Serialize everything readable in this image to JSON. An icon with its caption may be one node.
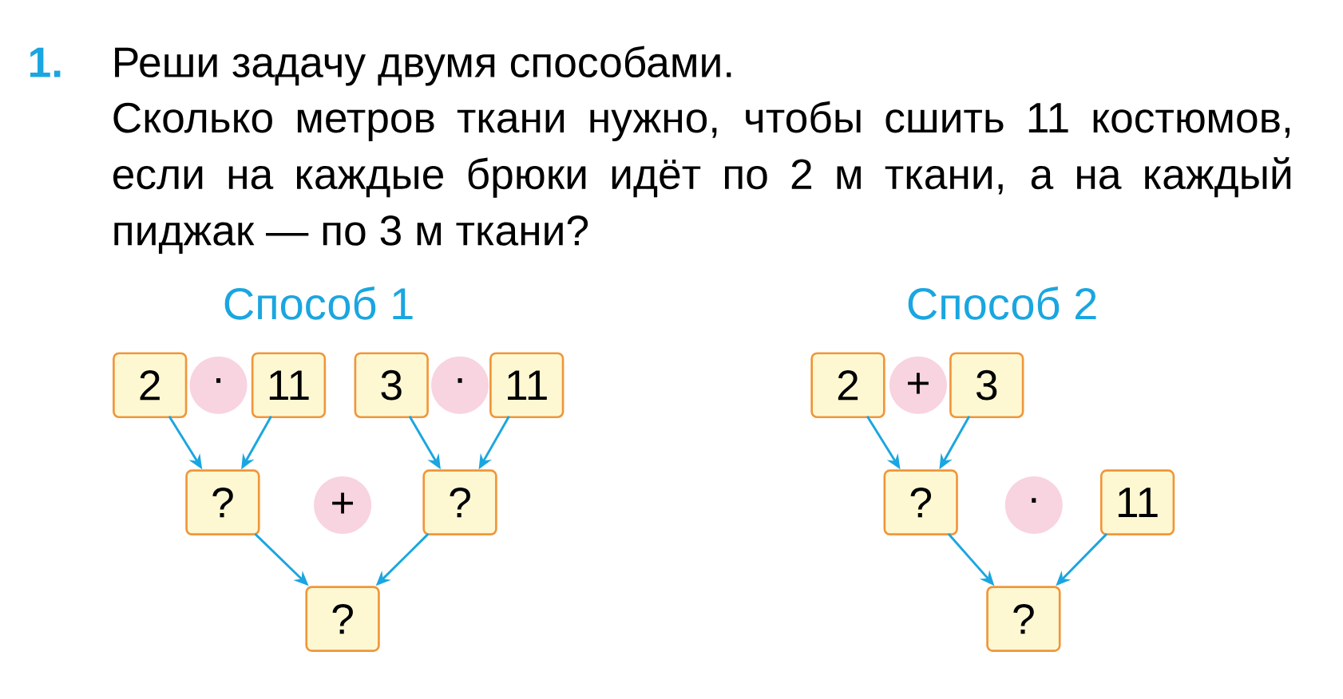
{
  "diagram": {
    "title": "Реши задачу двумя способами.",
    "nodes": [
      {
        "text": [
          "2"
        ]
      },
      {
        "text": [
          "·"
        ]
      },
      {
        "text": [
          "11"
        ]
      },
      {
        "text": [
          "3"
        ]
      },
      {
        "text": [
          "·"
        ]
      },
      {
        "text": [
          "11"
        ]
      },
      {
        "text": [
          "?"
        ]
      },
      {
        "text": [
          "+"
        ]
      },
      {
        "text": [
          "?"
        ]
      },
      {
        "text": [
          "?"
        ]
      },
      {
        "text": [
          "2"
        ]
      },
      {
        "text": [
          "+"
        ]
      },
      {
        "text": [
          "3"
        ]
      },
      {
        "text": [
          "?"
        ]
      },
      {
        "text": [
          "·"
        ]
      },
      {
        "text": [
          "11"
        ]
      },
      {
        "text": [
          "?"
        ]
      }
    ],
    "edges": [
      {
        "from": 0,
        "to": 6,
        "arrow": "to"
      },
      {
        "from": 2,
        "to": 6,
        "arrow": "to"
      },
      {
        "from": 3,
        "to": 8,
        "arrow": "to"
      },
      {
        "from": 5,
        "to": 8,
        "arrow": "to"
      },
      {
        "from": 6,
        "to": 9,
        "arrow": "to"
      },
      {
        "from": 8,
        "to": 9,
        "arrow": "to"
      },
      {
        "from": 10,
        "to": 13,
        "arrow": "to"
      },
      {
        "from": 12,
        "to": 13,
        "arrow": "to"
      },
      {
        "from": 13,
        "to": 16,
        "arrow": "to"
      },
      {
        "from": 15,
        "to": 16,
        "arrow": "to"
      }
    ],
    "labels": [
      "1.",
      "Сколько метров ткани нужно, чтобы сшить 11 костюмов, если на каждые брюки идёт по 2 м ткани, а на каждый пиджак — по 3 м ткани?",
      "Способ 1",
      "Способ 2"
    ]
  }
}
